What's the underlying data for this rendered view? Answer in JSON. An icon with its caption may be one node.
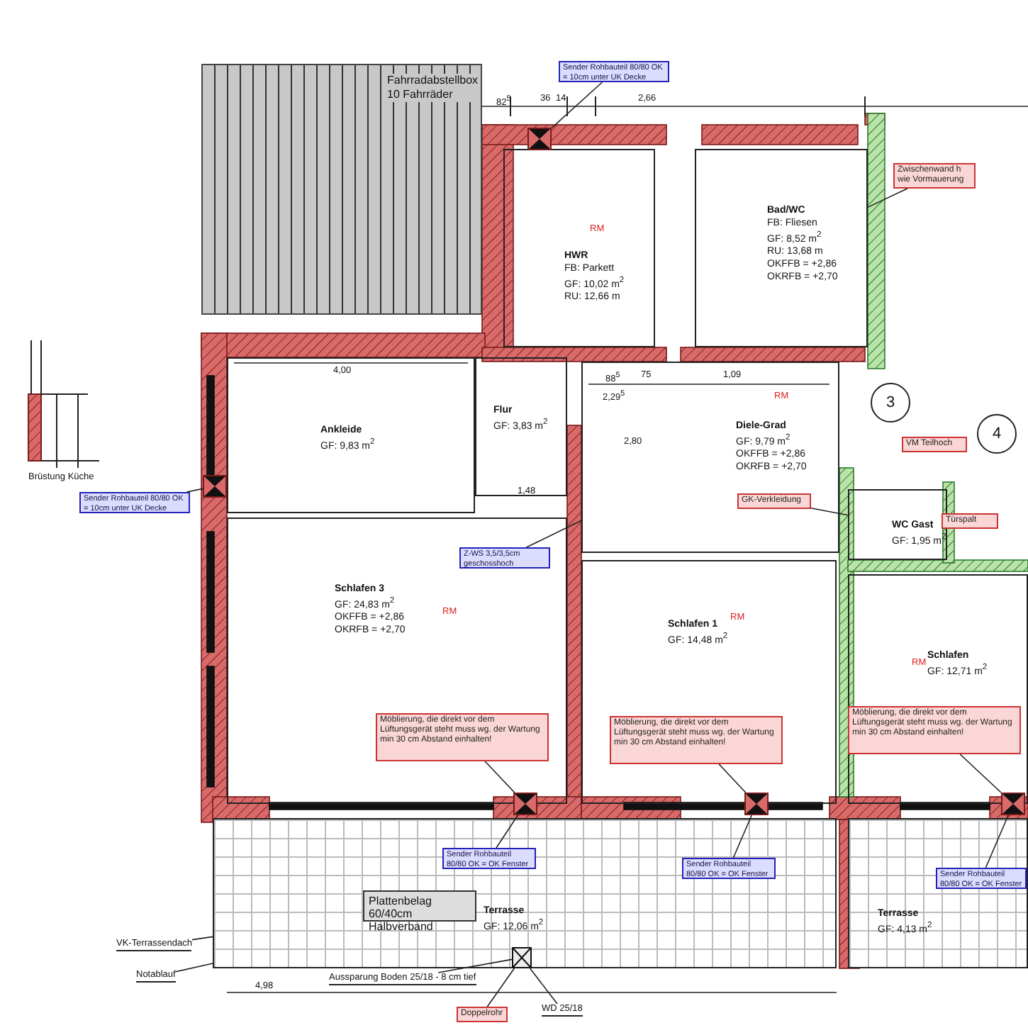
{
  "diagram": {
    "nodes": [
      {
        "text": [
          "Fahrradabstellbox 10 Fahrräder"
        ]
      },
      {
        "text": [
          "HWR",
          "FB: Parkett",
          "GF: 10,02 m$^{2}$",
          "RU: 12,66 m"
        ]
      },
      {
        "text": [
          "Bad/WC",
          "FB: Fliesen",
          "GF: 8,52 m$^{2}$",
          "RU: 13,68 m",
          "OKFFB = +2,86",
          "OKRFB = +2,70"
        ]
      },
      {
        "text": [
          "Ankleide",
          "GF: 9,83 m$^{2}$"
        ]
      },
      {
        "text": [
          "Flur",
          "GF: 3,83 m$^{2}$"
        ]
      },
      {
        "text": [
          "Diele-Grad",
          "GF: 9,79 m$^{2}$",
          "OKFFB = +2,86",
          "OKRFB = +2,70"
        ]
      },
      {
        "text": [
          "Schlafen 3",
          "GF: 24,83 m$^{2}$",
          "OKFFB = +2,86",
          "OKRFB = +2,70"
        ]
      },
      {
        "text": [
          "Schlafen 1",
          "GF: 14,48 m$^{2}$"
        ]
      },
      {
        "text": [
          "WC Gast",
          "GF: 1,95 m$^{2}$"
        ]
      },
      {
        "text": [
          "Schlafen",
          "GF: 12,71 m$^{2}$"
        ]
      },
      {
        "text": [
          "Terrasse",
          "GF: 12,06 m$^{2}$"
        ]
      },
      {
        "text": [
          "Terrasse",
          "GF: 4,13 m$^{2}$"
        ]
      },
      {
        "text": [
          "3"
        ]
      },
      {
        "text": [
          "4"
        ]
      },
      {
        "text": [
          "Möblierung, die direkt vor dem Lüftungsgerät steht muss wg. der Wartung min 30 cm Abstand einhalten!"
        ],
        "in": 6
      },
      {
        "text": [
          "Möblierung, die direkt vor dem Lüftungsgerät steht muss wg. der Wartung min 30 cm Abstand einhalten!"
        ],
        "in": 7
      },
      {
        "text": [
          "Möblierung, die direkt vor dem Lüftungsgerät steht muss wg. der Wartung min 30 cm Abstand einhalten!"
        ],
        "in": 9
      },
      {
        "text": [],
        "shape": "box"
      },
      {
        "text": [],
        "shape": "box"
      },
      {
        "text": [],
        "shape": "box"
      },
      {
        "text": [],
        "shape": "box"
      },
      {
        "text": [],
        "shape": "box"
      },
      {
        "text": [
          "Sender Rohbauteil 80/80 OK = 10cm unter UK Decke"
        ]
      },
      {
        "text": [
          "Sender Rohbauteil 80/80 OK = 10cm unter UK Decke"
        ]
      },
      {
        "text": [
          "Sender Rohbauteil 80/80 OK = OK Fenster"
        ],
        "in": 10
      },
      {
        "text": [
          "Sender Rohbauteil 80/80 OK = OK Fenster"
        ],
        "in": 10
      },
      {
        "text": [
          "Sender Rohbauteil 80/80 OK = OK Fenster"
        ],
        "in": 11
      },
      {
        "text": [
          "Aussparung Boden 25/18 - 8 cm tief"
        ]
      },
      {
        "text": [
          "Doppelrohr"
        ]
      },
      {
        "text": [
          "WD 25/18"
        ]
      },
      {
        "text": [],
        "shape": "box",
        "in": 10
      },
      {
        "text": [
          "VK-Terrassendach"
        ]
      },
      {
        "text": [
          "Notablauf"
        ]
      },
      {
        "text": [
          "Zwischenwand h wie Vormauerung"
        ]
      },
      {
        "text": [
          "Plattenbelag 60/40cm Halbverband"
        ],
        "in": 10
      },
      {
        "text": [
          "Z-WS 3,5/3,5cm geschosshoch"
        ],
        "in": 6
      },
      {
        "text": [
          "GK-Verkleidung"
        ],
        "in": 5
      },
      {
        "text": [
          "VM Teilhoch"
        ]
      },
      {
        "text": [
          "Türspalt"
        ]
      }
    ],
    "edges": [
      {
        "from": 22,
        "to": 17,
        "arrow": "none"
      },
      {
        "from": 23,
        "to": 18,
        "arrow": "none"
      },
      {
        "from": 24,
        "to": 19,
        "arrow": "none"
      },
      {
        "from": 25,
        "to": 20,
        "arrow": "none"
      },
      {
        "from": 26,
        "to": 21,
        "arrow": "none"
      },
      {
        "from": 14,
        "to": 19,
        "arrow": "none"
      },
      {
        "from": 15,
        "to": 20,
        "arrow": "none"
      },
      {
        "from": 16,
        "to": 21,
        "arrow": "none"
      },
      {
        "from": 27,
        "to": 30,
        "arrow": "none"
      },
      {
        "from": 28,
        "to": 30,
        "arrow": "none"
      },
      {
        "from": 29,
        "to": 30,
        "arrow": "none"
      },
      {
        "from": 31,
        "to": 10,
        "arrow": "none"
      },
      {
        "from": 32,
        "to": 10,
        "arrow": "none"
      },
      {
        "from": 33,
        "to": 2,
        "arrow": "none"
      },
      {
        "from": 35,
        "to": 5,
        "arrow": "none"
      },
      {
        "from": 36,
        "to": 8,
        "arrow": "none"
      }
    ],
    "labels": [
      "Brüstung Küche",
      "4,00",
      "1,48",
      "2,80",
      "82$^{5}$",
      "36",
      "14",
      "2,66",
      "88$^{5}$",
      "2,29$^{5}$",
      "75",
      "1,09",
      "4,98",
      "RM",
      "RM",
      "RM",
      "RM",
      "RM"
    ]
  }
}
